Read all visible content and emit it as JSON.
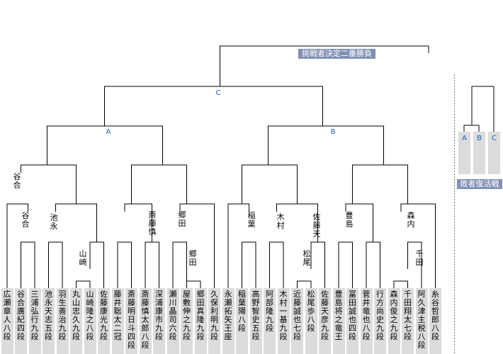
{
  "players": [
    "広瀬章人八段",
    "谷合廣紀四段",
    "三浦弘行九段",
    "池永天志五段",
    "羽生善治九段",
    "丸山忠久九段",
    "山崎隆之八段",
    "佐藤康光九段",
    "藤井聡太二冠",
    "斎藤明日斗四段",
    "斎藤慎太郎八段",
    "深浦康市九段",
    "瀬川晶司六段",
    "屋敷伸之九段",
    "郷田真隆九段",
    "久保利明九段",
    "永瀬拓矢王座",
    "稲葉陽八段",
    "高野智史五段",
    "阿部隆九段",
    "木村一基九段",
    "近藤誠也七段",
    "松尾歩八段",
    "佐藤天彦九段",
    "豊島将之竜王",
    "冨田誠也四段",
    "菅井竜也八段",
    "行方尚史九段",
    "森内俊之九段",
    "千田翔太七段",
    "阿久津主税八段",
    "糸谷哲郎八段"
  ],
  "winners": {
    "r1_A": "谷合",
    "r1_B": "池永",
    "r1_C": "山崎",
    "r1_D": "斎藤慎",
    "r1_E": "郷田",
    "r1_F": "郷田",
    "r1_G": "稲葉",
    "r1_H": "木村",
    "r1_I": "佐藤天",
    "r1_J": "松尾",
    "r1_K": "豊島",
    "r1_L": "森内",
    "r1_M": "千田",
    "r2_A": "谷合"
  },
  "labels": {
    "block_a": "A",
    "block_b": "B",
    "block_c": "C",
    "final": "挑戦者決定二番勝負",
    "repechage": "敗者復活戦",
    "rep_a": "A",
    "rep_b": "B",
    "rep_c": "C"
  }
}
